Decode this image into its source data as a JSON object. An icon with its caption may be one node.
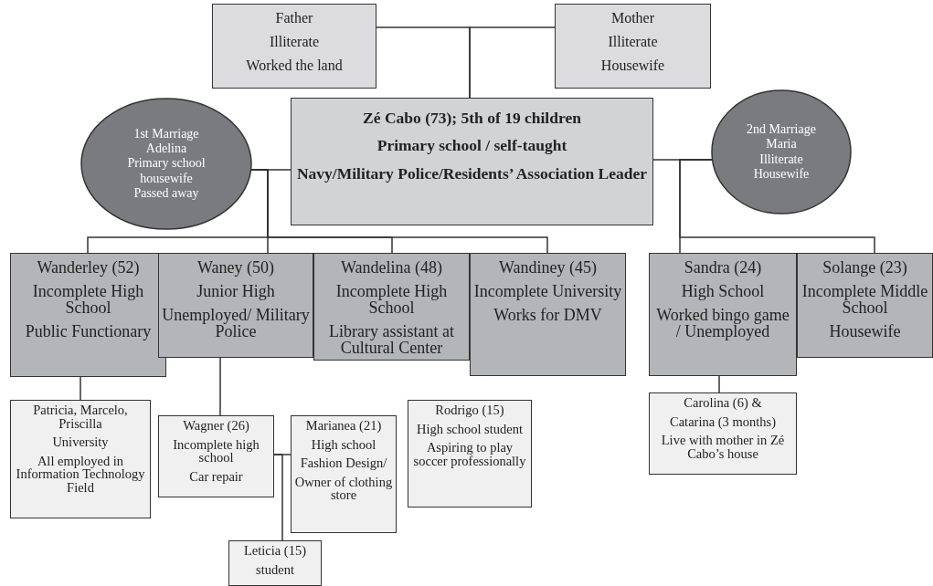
{
  "diagram": {
    "nodes": [
      {
        "text": [
          "Father",
          "Illiterate",
          "Worked the land"
        ]
      },
      {
        "text": [
          "Mother",
          "Illiterate",
          "Housewife"
        ]
      },
      {
        "text": [
          "Zé Cabo (73); 5th of 19 children",
          "Primary school / self-taught",
          "Navy/Military Police/Residents’ Association Leader"
        ]
      },
      {
        "text": [
          "1st Marriage",
          "Adelina",
          "Primary school",
          "housewife",
          "Passed away"
        ]
      },
      {
        "text": [
          "2nd Marriage",
          "Maria",
          "Illiterate",
          "Housewife"
        ]
      },
      {
        "text": [
          "Wanderley (52)",
          "Incomplete High School",
          "Public Functionary"
        ]
      },
      {
        "text": [
          "Waney (50)",
          "Junior High",
          "Unemployed/ Military Police"
        ]
      },
      {
        "text": [
          "Wandelina (48)",
          "Incomplete High School",
          "Library assistant at Cultural Center"
        ]
      },
      {
        "text": [
          "Wandiney (45)",
          "Incomplete University",
          "Works for DMV"
        ]
      },
      {
        "text": [
          "Sandra (24)",
          "High School",
          "Worked bingo game / Unemployed"
        ]
      },
      {
        "text": [
          "Solange (23)",
          "Incomplete Middle School",
          "Housewife"
        ]
      },
      {
        "text": [
          "Patricia, Marcelo, Priscilla",
          "University",
          "All employed in Information Technology Field"
        ]
      },
      {
        "text": [
          "Wagner (26)",
          "Incomplete high school",
          "Car repair"
        ]
      },
      {
        "text": [
          "Marianea (21)",
          "High school",
          "Fashion Design/",
          "Owner of clothing store"
        ]
      },
      {
        "text": [
          "Leticia (15)",
          "student"
        ]
      },
      {
        "text": [
          "Rodrigo (15)",
          "High school student",
          "Aspiring to play soccer professionally"
        ]
      },
      {
        "text": [
          "Carolina (6) &",
          "Catarina (3 months)",
          "Live with mother in Zé Cabo’s house"
        ]
      }
    ],
    "edges": [
      {
        "from": 0,
        "to": 2,
        "arrow": "none"
      },
      {
        "from": 1,
        "to": 2,
        "arrow": "none"
      },
      {
        "from": 3,
        "to": 2,
        "arrow": "none"
      },
      {
        "from": 3,
        "to": 5,
        "arrow": "none"
      },
      {
        "from": 3,
        "to": 6,
        "arrow": "none"
      },
      {
        "from": 3,
        "to": 7,
        "arrow": "none"
      },
      {
        "from": 3,
        "to": 8,
        "arrow": "none"
      },
      {
        "from": 2,
        "to": 4,
        "arrow": "none"
      },
      {
        "from": 4,
        "to": 9,
        "arrow": "none"
      },
      {
        "from": 4,
        "to": 10,
        "arrow": "none"
      },
      {
        "from": 5,
        "to": 11,
        "arrow": "none"
      },
      {
        "from": 6,
        "to": 12,
        "arrow": "none"
      },
      {
        "from": 12,
        "to": 13,
        "arrow": "none"
      },
      {
        "from": 12,
        "to": 14,
        "arrow": "none"
      },
      {
        "from": 9,
        "to": 16,
        "arrow": "none"
      }
    ]
  }
}
